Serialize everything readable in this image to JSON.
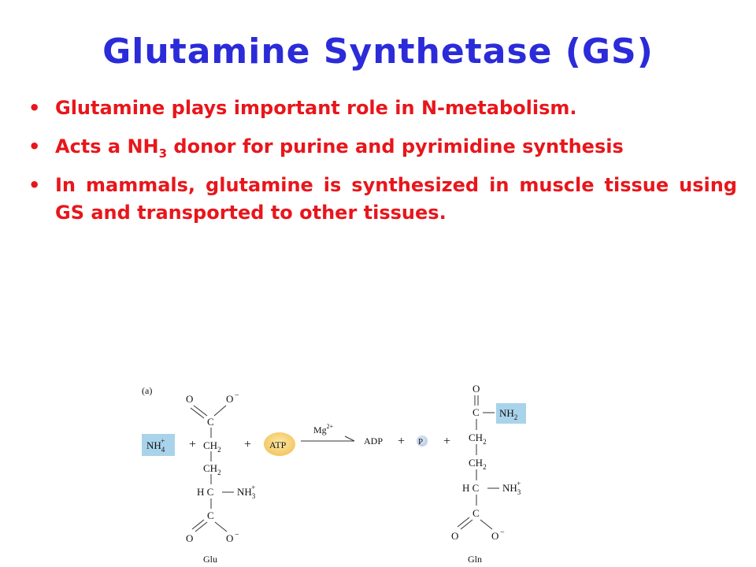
{
  "slide": {
    "title": "Glutamine Synthetase (GS)",
    "colors": {
      "title": "#2b2bd9",
      "bullets": "#e8161b"
    },
    "bullets": [
      {
        "text": "Glutamine plays important role in N-metabolism."
      },
      {
        "text_before": "Acts a NH",
        "subscript": "3",
        "text_after": " donor for purine and pyrimidine synthesis"
      },
      {
        "text": "In mammals, glutamine is synthesized in muscle tissue using GS and transported to other tissues."
      }
    ]
  },
  "figure": {
    "panel_label": "(a)",
    "ammonium": {
      "text": "NH",
      "sub": "4",
      "sup": "+"
    },
    "plus": "+",
    "atp": "ATP",
    "catalyst": {
      "text": "Mg",
      "sup": "2+"
    },
    "adp": "ADP",
    "phosphate": "P",
    "glu": {
      "name": "Glu",
      "o_top": "O",
      "o_minus": "O",
      "minus": "−",
      "c": "C",
      "ch2": "CH",
      "ch2_sub": "2",
      "hc": "H C",
      "nh3": "NH",
      "nh3_sub": "3",
      "nh3_sup": "+"
    },
    "gln": {
      "name": "Gln",
      "o": "O",
      "nh2": "NH",
      "nh2_sub": "2",
      "c": "C",
      "ch2": "CH",
      "ch2_sub": "2",
      "hc": "H C",
      "nh3": "NH",
      "nh3_sub": "3",
      "nh3_sup": "+",
      "o_minus": "O",
      "minus": "−"
    },
    "colors": {
      "box": "#a9d3ea",
      "atp": "#f2c35a",
      "phosphate_fill": "#b9cde6"
    }
  }
}
